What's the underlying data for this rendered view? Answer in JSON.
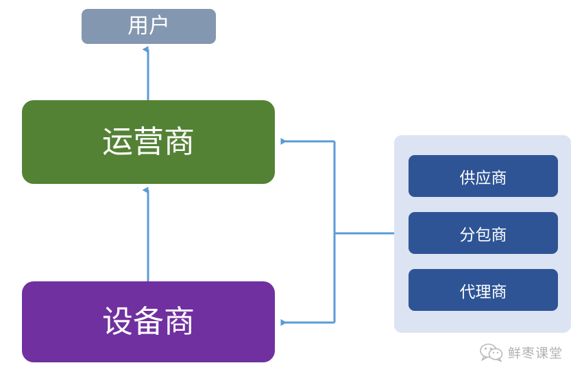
{
  "diagram": {
    "title": "telecom-ecosystem-relationship-diagram",
    "nodes": {
      "user": {
        "label": "用户",
        "color": "#8497B0"
      },
      "operator": {
        "label": "运营商",
        "color": "#548235"
      },
      "equipment": {
        "label": "设备商",
        "color": "#7030A0"
      }
    },
    "panel": {
      "color": "#DCE3F2",
      "box_color": "#2E5496",
      "items": [
        {
          "label": "供应商"
        },
        {
          "label": "分包商"
        },
        {
          "label": "代理商"
        }
      ]
    },
    "connectors": {
      "color": "#5B9BD5",
      "edges": [
        {
          "from": "operator",
          "to": "user",
          "direction": "up",
          "style": "straight-arrow"
        },
        {
          "from": "equipment",
          "to": "operator",
          "direction": "up",
          "style": "straight-arrow"
        },
        {
          "from": "panel",
          "to": "operator",
          "direction": "left",
          "style": "elbow-arrow"
        },
        {
          "from": "panel",
          "to": "equipment",
          "direction": "left",
          "style": "elbow-arrow"
        }
      ]
    }
  },
  "watermark": {
    "text": "鲜枣课堂",
    "icon": "wechat-bubbles-icon"
  }
}
